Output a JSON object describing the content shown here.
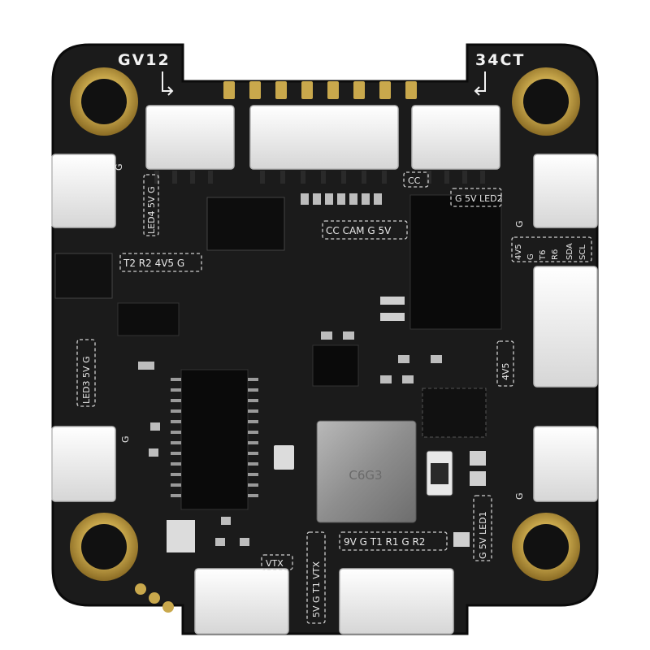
{
  "board": {
    "corner_labels": {
      "top_left": "GV12",
      "top_right": "34CT"
    },
    "labels": {
      "led4": "LED4 5V G",
      "uart_left": "T2 R2 4V5 G",
      "cam": "CC CAM G 5V",
      "cc": "CC",
      "led2": "G 5V LED2",
      "g_right_top": "G",
      "i2c_4v5": "4V5",
      "i2c_g": "G",
      "i2c_t6": "T6",
      "i2c_r6": "R6",
      "i2c_sda": "SDA",
      "i2c_scl": "SCL",
      "v4v5_right": "4V5",
      "led3": "LED3 5V G",
      "g_left_top": "G",
      "g_left_bottom": "G",
      "led1": "G 5V LED1",
      "g_right_bottom": "G",
      "vtx_conn": "VTX",
      "vtx_pins": "5V G T1 VTX",
      "uart_bottom": "9V G T1 R1 G R2",
      "inductor": "C6G3"
    },
    "colors": {
      "pcb": "#1b1b1b",
      "pcb_edge": "#0c0c0c",
      "gold": "#c9a84c",
      "connector": "#f1f1f1",
      "chip": "#0a0a0a",
      "silk": "#e6e6e6"
    }
  }
}
